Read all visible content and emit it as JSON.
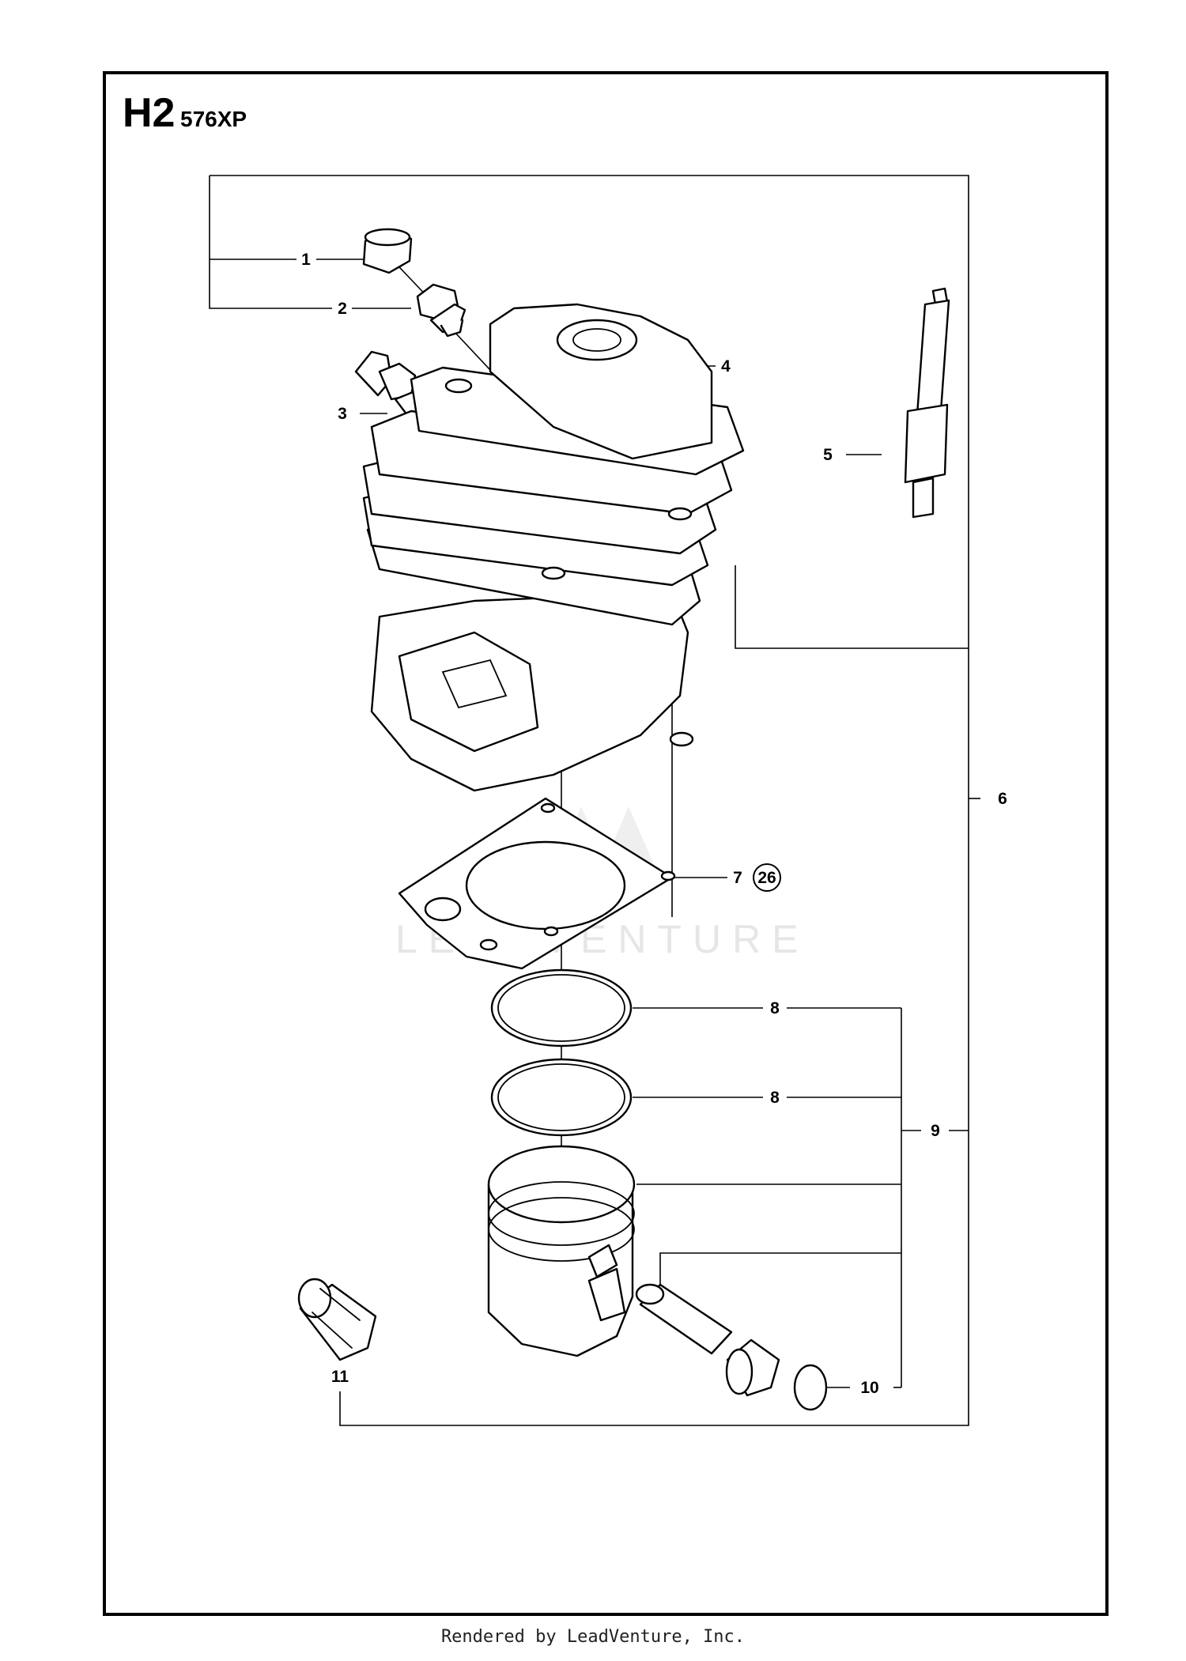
{
  "header": {
    "section_code": "H2",
    "model": "576XP"
  },
  "watermark": {
    "text": "LEADVENTURE"
  },
  "callouts": [
    {
      "id": "callout-1",
      "label": "1"
    },
    {
      "id": "callout-2",
      "label": "2"
    },
    {
      "id": "callout-3",
      "label": "3"
    },
    {
      "id": "callout-4",
      "label": "4"
    },
    {
      "id": "callout-5",
      "label": "5"
    },
    {
      "id": "callout-6",
      "label": "6"
    },
    {
      "id": "callout-7",
      "label": "7",
      "badge": "26"
    },
    {
      "id": "callout-8a",
      "label": "8"
    },
    {
      "id": "callout-8b",
      "label": "8"
    },
    {
      "id": "callout-9",
      "label": "9"
    },
    {
      "id": "callout-10",
      "label": "10"
    },
    {
      "id": "callout-11",
      "label": "11"
    }
  ],
  "footer": {
    "text": "Rendered by LeadVenture, Inc."
  }
}
